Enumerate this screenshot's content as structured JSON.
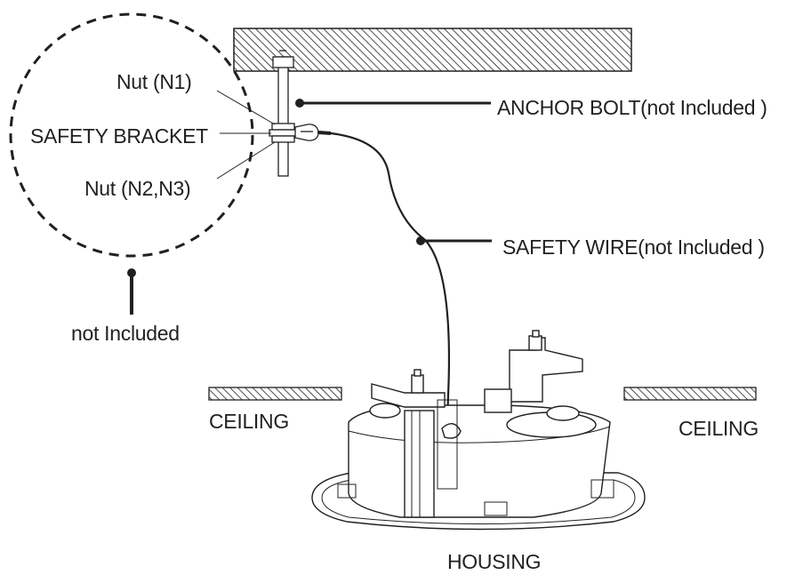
{
  "labels": {
    "nut_n1": "Nut (N1)",
    "safety_bracket": "SAFETY BRACKET",
    "nut_n2_n3": "Nut (N2,N3)",
    "not_included": "not Included",
    "anchor_bolt": "ANCHOR BOLT(not Included )",
    "safety_wire": "SAFETY WIRE(not Included )",
    "ceiling_left": "CEILING",
    "ceiling_right": "CEILING",
    "housing": "HOUSING"
  },
  "colors": {
    "line": "#231f20",
    "background": "#ffffff"
  }
}
